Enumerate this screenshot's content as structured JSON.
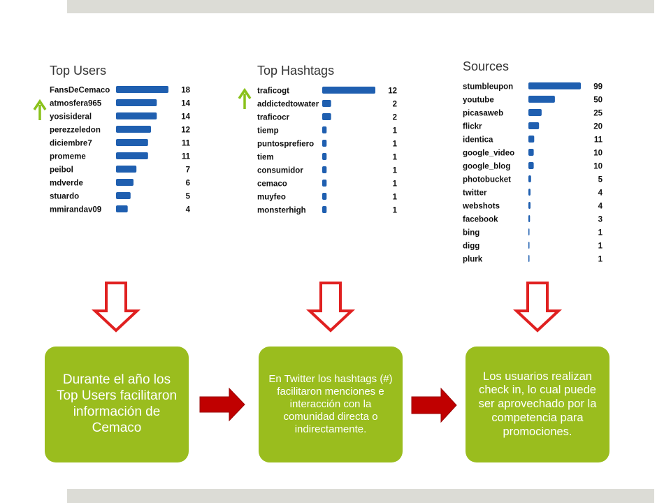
{
  "colors": {
    "bar": "#1f5fb0",
    "accent_arrow": "#8ac21c",
    "down_arrow": "#e02020",
    "right_arrow_fill": "#c00000",
    "box": "#9abd1e"
  },
  "chart_data": [
    {
      "type": "bar",
      "orientation": "horizontal",
      "title": "Top Users",
      "categories": [
        "FansDeCemaco",
        "atmosfera965",
        "yosisideral",
        "perezzeledon",
        "diciembre7",
        "promeme",
        "peibol",
        "mdverde",
        "stuardo",
        "mmirandav09"
      ],
      "values": [
        18,
        14,
        14,
        12,
        11,
        11,
        7,
        6,
        5,
        4
      ],
      "xlim": [
        0,
        18
      ]
    },
    {
      "type": "bar",
      "orientation": "horizontal",
      "title": "Top Hashtags",
      "categories": [
        "traficogt",
        "addictedtowater",
        "traficocr",
        "tiemp",
        "puntosprefiero",
        "tiem",
        "consumidor",
        "cemaco",
        "muyfeo",
        "monsterhigh"
      ],
      "values": [
        12,
        2,
        2,
        1,
        1,
        1,
        1,
        1,
        1,
        1
      ],
      "xlim": [
        0,
        12
      ]
    },
    {
      "type": "bar",
      "orientation": "horizontal",
      "title": "Sources",
      "categories": [
        "stumbleupon",
        "youtube",
        "picasaweb",
        "flickr",
        "identica",
        "google_video",
        "google_blog",
        "photobucket",
        "twitter",
        "webshots",
        "facebook",
        "bing",
        "digg",
        "plurk"
      ],
      "values": [
        99,
        50,
        25,
        20,
        11,
        10,
        10,
        5,
        4,
        4,
        3,
        1,
        1,
        1
      ],
      "xlim": [
        0,
        99
      ]
    }
  ],
  "boxes": {
    "box1": "Durante el año los Top Users facilitaron información de Cemaco",
    "box2": "En Twitter los hashtags (#) facilitaron menciones e interacción con la comunidad directa o indirectamente.",
    "box3": "Los usuarios realizan check in, lo cual puede ser aprovechado por la competencia para promociones."
  },
  "icons": [
    "up-arrow-icon",
    "down-arrow-outline-icon",
    "right-arrow-icon"
  ]
}
